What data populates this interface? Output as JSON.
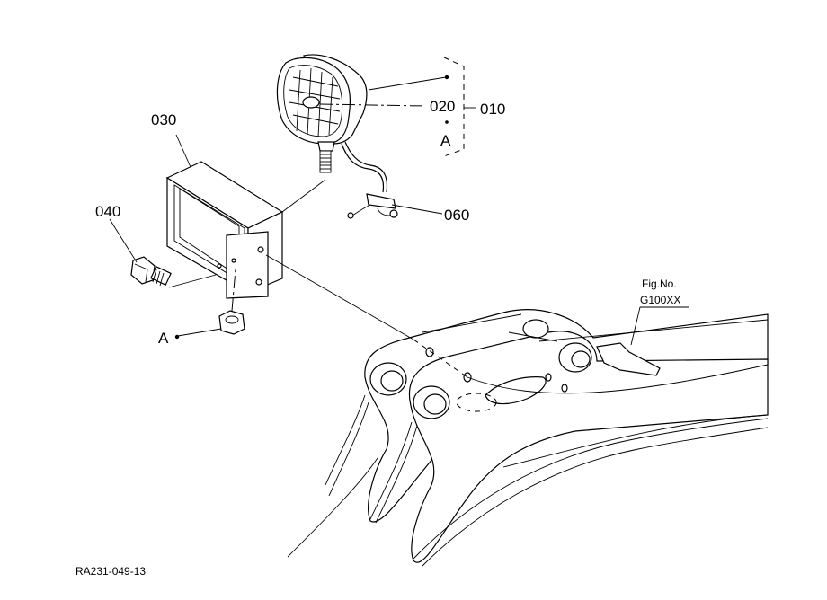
{
  "parts": {
    "p010": "010",
    "p020": "020",
    "p030": "030",
    "p040": "040",
    "p060": "060"
  },
  "refs": {
    "a_top": "A",
    "a_left": "A"
  },
  "fig": {
    "label": "Fig.No.",
    "number": "G100XX"
  },
  "drawing_code": "RA231-049-13"
}
